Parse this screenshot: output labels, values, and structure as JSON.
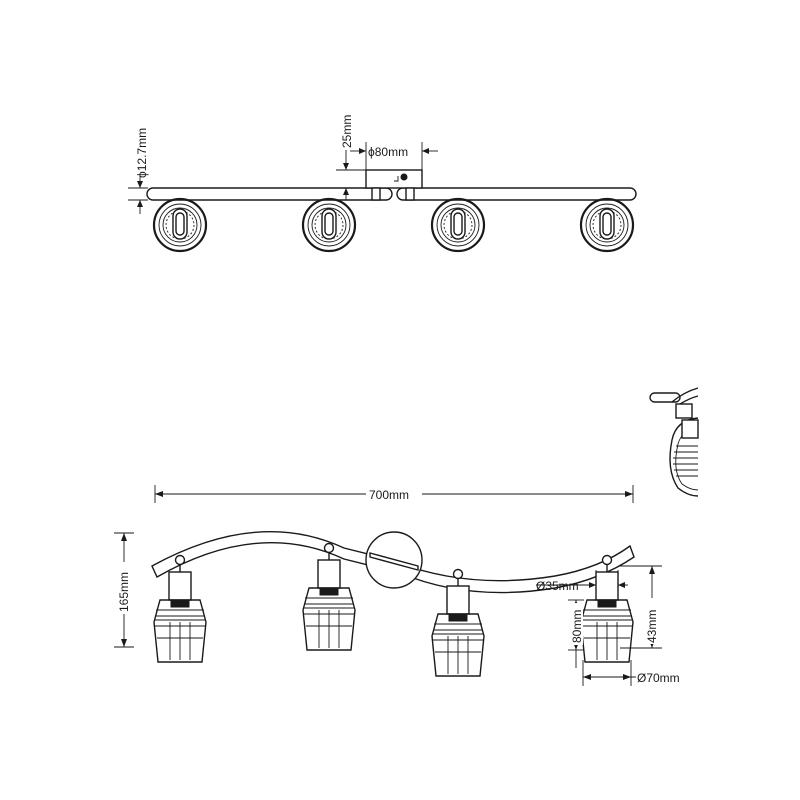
{
  "dimensions": {
    "tube_diameter": "ϕ12.7mm",
    "canopy_height": "25mm",
    "canopy_diameter": "ϕ80mm",
    "total_length": "700mm",
    "total_height": "165mm",
    "socket_diameter": "Ø35mm",
    "shade_height": "80mm",
    "socket_height": "43mm",
    "shade_diameter": "Ø70mm"
  }
}
